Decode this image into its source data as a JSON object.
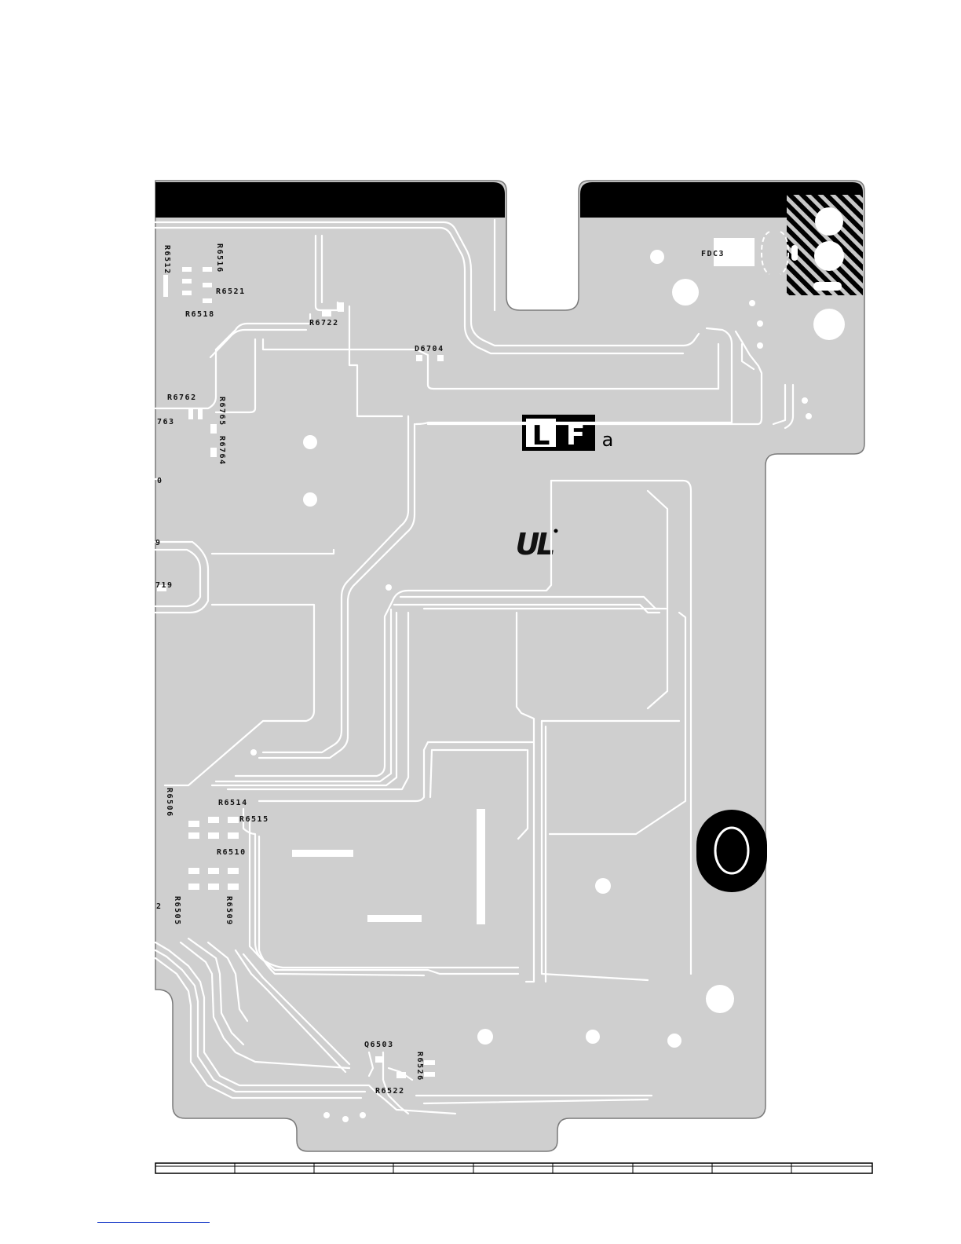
{
  "component_labels": [
    "R6512",
    "R6516",
    "R6521",
    "R6518",
    "R6722",
    "D6704",
    "FDC3",
    "R6762",
    "763",
    "R6765",
    "R6764",
    "0",
    "9",
    "719",
    "R6506",
    "R6514",
    "R6515",
    "R6510",
    "2",
    "R6505",
    "R6509",
    "Q6503",
    "R6526",
    "R6522"
  ],
  "marks": {
    "lead_free": [
      "L",
      "F",
      "a"
    ],
    "ul_logo": "UL"
  },
  "colors": {
    "board": "#cfcfcf",
    "trace": "#ffffff",
    "silkscreen": "#111111",
    "outline": "#7a7a7a"
  }
}
